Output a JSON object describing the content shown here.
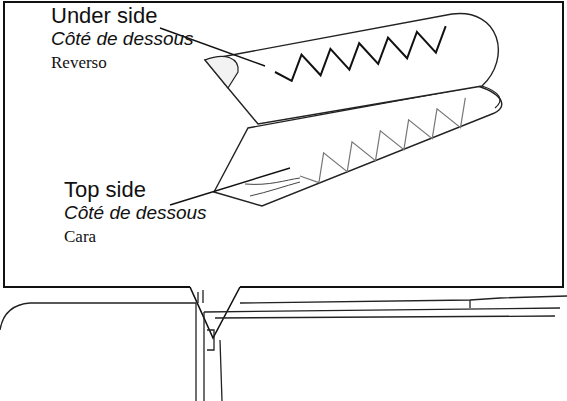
{
  "diagram": {
    "nodes": [
      {
        "text": [
          "Under side",
          "Côté de dessous",
          "Reverso",
          "Top side",
          "Côté de dessous",
          "Cara"
        ]
      }
    ]
  }
}
